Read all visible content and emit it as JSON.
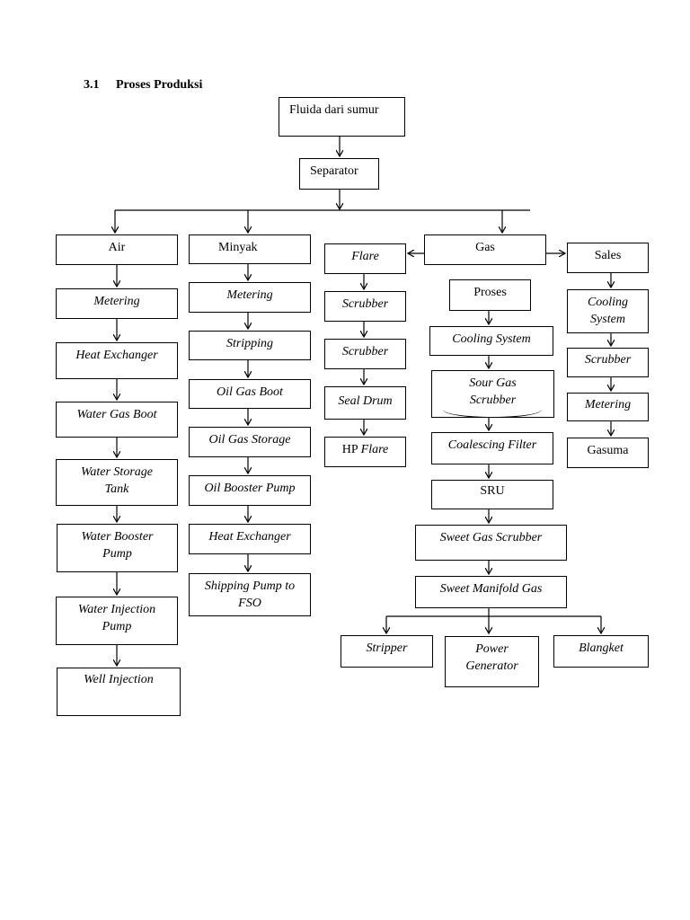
{
  "section": {
    "number": "3.1",
    "title": "Proses Produksi"
  },
  "nodes": {
    "fluida": "Fluida dari sumur",
    "separator": "Separator",
    "air": "Air",
    "minyak": "Minyak",
    "flare": "Flare",
    "gas": "Gas",
    "sales": "Sales",
    "air_metering": "Metering",
    "air_heat_exchanger": "Heat Exchanger",
    "water_gas_boot": "Water Gas Boot",
    "water_storage_tank": "Water Storage Tank",
    "water_booster_pump": "Water Booster Pump",
    "water_injection_pump": "Water Injection Pump",
    "well_injection": "Well Injection",
    "minyak_metering": "Metering",
    "stripping": "Stripping",
    "oil_gas_boot": "Oil Gas Boot",
    "oil_gas_storage": "Oil Gas Storage",
    "oil_booster_pump": "Oil Booster Pump",
    "minyak_heat_exchanger": "Heat Exchanger",
    "shipping_pump": "Shipping Pump to FSO",
    "scrubber_1": "Scrubber",
    "scrubber_2": "Scrubber",
    "seal_drum": "Seal Drum",
    "hp_flare": "HP Flare",
    "proses": "Proses",
    "cooling_system_gas": "Cooling System",
    "sour_gas_scrubber": "Sour Gas Scrubber",
    "coalescing_filter": "Coalescing Filter",
    "sru": "SRU",
    "sweet_gas_scrubber": "Sweet Gas Scrubber",
    "sweet_manifold_gas": "Sweet Manifold Gas",
    "stripper": "Stripper",
    "power_generator": "Power Generator",
    "blangket": "Blangket",
    "cooling_system_sales": "Cooling System",
    "sales_scrubber": "Scrubber",
    "sales_metering": "Metering",
    "gasuma": "Gasuma"
  }
}
